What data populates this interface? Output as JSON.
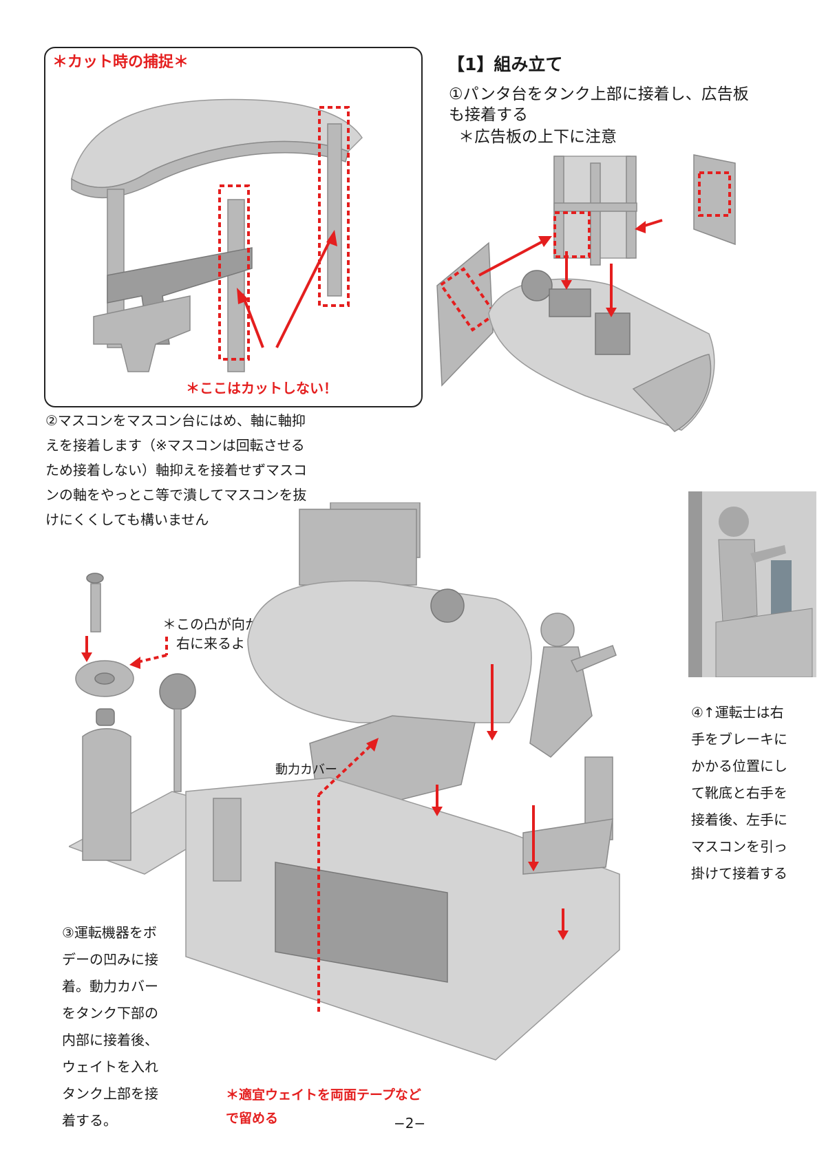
{
  "capture_box": {
    "title": "＊カット時の捕捉＊",
    "note": "＊ここはカットしない！"
  },
  "section1": {
    "heading": "【1】組み立て",
    "step1_line1": "①パンタ台をタンク上部に接着し、広告板",
    "step1_line2": "も接着する",
    "step1_line3": "＊広告板の上下に注意"
  },
  "step2": {
    "lines": [
      "②マスコンをマスコン台にはめ、軸に軸抑",
      "えを接着します（※マスコンは回転させる",
      "ため接着しない）軸抑えを接着せずマスコ",
      "ンの軸をやっとこ等で潰してマスコンを抜",
      "けにくくしても構いません"
    ]
  },
  "knob_note": {
    "line1": "＊この凸が向かって",
    "line2": "右に来るように"
  },
  "power_cover_label": "動力カバー",
  "step3": {
    "lines": [
      "③運転機器をボ",
      "デーの凹みに接",
      "着。動力カバー",
      "をタンク下部の",
      "内部に接着後、",
      "ウェイトを入れ",
      "タンク上部を接",
      "着する。"
    ]
  },
  "step4": {
    "lines": [
      "④↑運転士は右",
      "手をブレーキに",
      "かかる位置にし",
      "て靴底と右手を",
      "接着後、左手に",
      "マスコンを引っ",
      "掛けて接着する"
    ]
  },
  "weight_note": {
    "line1": "＊適宜ウェイトを両面テープなど",
    "line2": "で留める"
  },
  "page_number": "−2−",
  "colors": {
    "accent": "#e41e1e",
    "model_grey": "#b9b9b9"
  }
}
